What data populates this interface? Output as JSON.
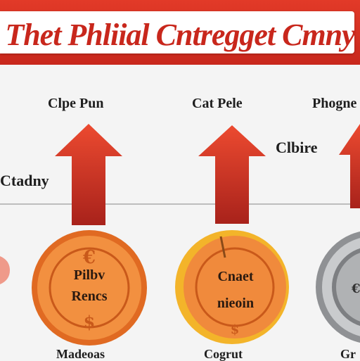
{
  "title": "Thet Phliial Cntregget Cmny",
  "top_labels": [
    "Clpe Pun",
    "Cat Pele",
    "Phogne"
  ],
  "side_labels": {
    "left": "Ctadny",
    "middle_right": "Clbire"
  },
  "coins": [
    {
      "line1": "Pilbv",
      "line2": "Rencs"
    },
    {
      "line1": "Cnaet",
      "line2": "nieoin"
    },
    {
      "line1": "",
      "line2": ""
    }
  ],
  "bottom_labels": [
    "Madeoas",
    "Cogrut",
    "Gr"
  ],
  "colors": {
    "banner": "#c8271c",
    "arrow_top": "#e8402c",
    "arrow_bottom": "#a8221b",
    "coin_orange": "#f08a3c",
    "coin_gold": "#f3b42a",
    "coin_silver": "#8f9194"
  }
}
